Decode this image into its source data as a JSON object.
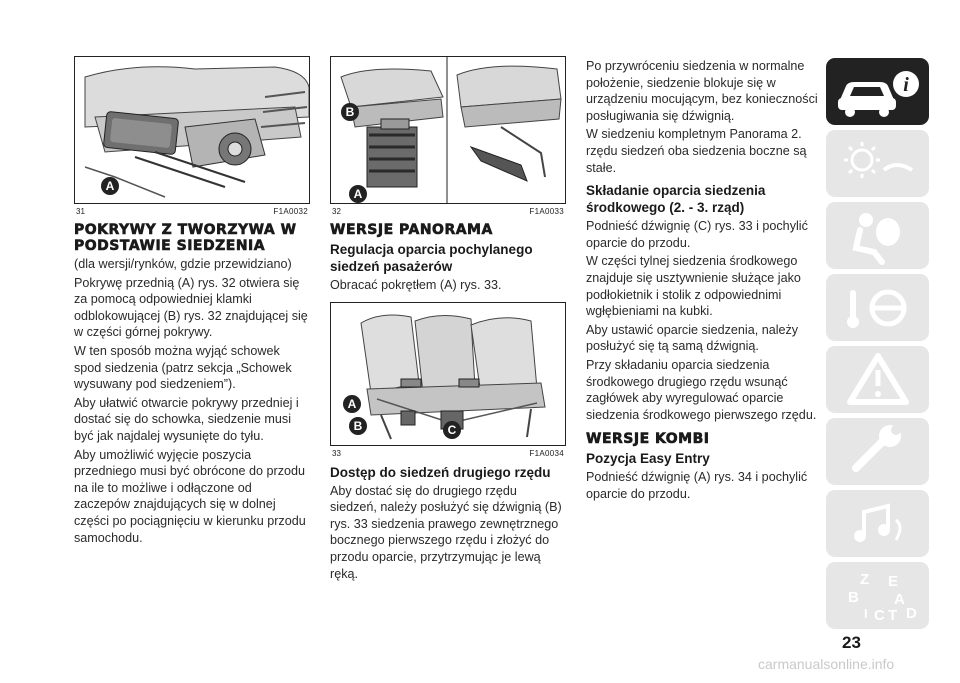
{
  "col1": {
    "figure": {
      "number": "31",
      "code": "F1A0032",
      "label_a": "A"
    },
    "heading": "POKRYWY Z TWORZYWA W PODSTAWIE SIEDZENIA",
    "paragraphs": [
      "(dla wersji/rynków, gdzie przewidziano)",
      "Pokrywę przednią (A) rys. 32 otwiera się za pomocą odpowiedniej klamki odblokowującej (B) rys. 32 znajdującej się w części górnej pokrywy.",
      "W ten sposób można wyjąć schowek spod siedzenia (patrz sekcja „Schowek wysuwany pod siedzeniem”).",
      "Aby ułatwić otwarcie pokrywy przedniej i dostać się do schowka, siedzenie musi być jak najdalej wysunięte do tyłu.",
      "Aby umożliwić wyjęcie poszycia przedniego musi być obrócone do przodu na ile to możliwe i odłączone od zaczepów znajdujących się w dolnej części po pociągnięciu w kierunku przodu samochodu."
    ]
  },
  "col2": {
    "figure": {
      "number": "32",
      "code": "F1A0033",
      "label_a": "A",
      "label_b": "B"
    },
    "heading": "WERSJE PANORAMA",
    "subheading": "Regulacja oparcia pochylanego siedzeń pasażerów",
    "paragraph1": "Obracać pokrętłem (A) rys. 33.",
    "figure2": {
      "number": "33",
      "code": "F1A0034",
      "label_a": "A",
      "label_b": "B",
      "label_c": "C"
    },
    "subheading2": "Dostęp do siedzeń drugiego rzędu",
    "paragraph2": "Aby dostać się do drugiego rzędu siedzeń, należy posłużyć się dźwignią (B) rys. 33 siedzenia prawego zewnętrznego bocznego pierwszego rzędu i złożyć do przodu oparcie, przytrzymując je lewą ręką."
  },
  "col3": {
    "paragraphs1": [
      "Po przywróceniu siedzenia w normalne położenie, siedzenie blokuje się w urządzeniu mocującym, bez konieczności posługiwania się dźwignią.",
      "W siedzeniu kompletnym Panorama 2. rzędu siedzeń oba siedzenia boczne są stałe."
    ],
    "subheading": "Składanie oparcia siedzenia środkowego (2. - 3. rząd)",
    "paragraphs2": [
      "Podnieść dźwignię (C) rys. 33 i pochylić oparcie do przodu.",
      "W części tylnej siedzenia środkowego znajduje się usztywnienie służące jako podłokietnik i stolik z odpowiednimi wgłębieniami na kubki.",
      "Aby ustawić oparcie siedzenia, należy posłużyć się tą samą dźwignią.",
      "Przy składaniu oparcia siedzenia środkowego drugiego rzędu wsunąć zagłówek aby wyregulować oparcie siedzenia środkowego pierwszego rzędu."
    ],
    "heading2": "WERSJE KOMBI",
    "subheading2": "Pozycja Easy Entry",
    "paragraph3": "Podnieść dźwignię (A) rys. 34 i pochylić oparcie do przodu."
  },
  "page_number": "23",
  "footer": "carmanualsonline.info",
  "sidebar": {
    "tabs": [
      {
        "icon": "car-info-icon",
        "active": true
      },
      {
        "icon": "dashboard-lights-icon",
        "active": false
      },
      {
        "icon": "airbag-seat-icon",
        "active": false
      },
      {
        "icon": "steering-key-icon",
        "active": false
      },
      {
        "icon": "warning-triangle-icon",
        "active": false
      },
      {
        "icon": "wrench-icon",
        "active": false
      },
      {
        "icon": "music-navigation-icon",
        "active": false
      },
      {
        "icon": "alphabet-index-icon",
        "active": false
      }
    ],
    "index_letters": [
      "Z",
      "E",
      "B",
      "A",
      "I",
      "C",
      "T",
      "D"
    ],
    "accent_color": "#222222",
    "inactive_color": "#e6e6e6"
  }
}
